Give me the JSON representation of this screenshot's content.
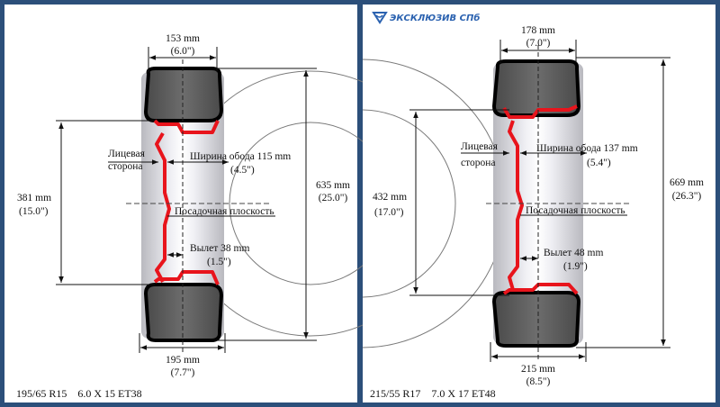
{
  "brand": {
    "name": "ЭКСКЛЮЗИВ СПб",
    "logo_icon": "triangular-swirl-logo-icon"
  },
  "colors": {
    "frame": "#2c4f7a",
    "tire": "#5f5f5f",
    "tire_outline": "#000000",
    "rim_profile": "#e8141c",
    "dimension_line": "#111111"
  },
  "left": {
    "top_width": {
      "mm": "153 mm",
      "in": "(6.0\")"
    },
    "rim_width": {
      "label": "Ширина обода 115 mm",
      "in": "(4.5\")"
    },
    "face_side": {
      "line1": "Лицевая",
      "line2": "сторона"
    },
    "mounting_plane": "Посадочная плоскость",
    "offset": {
      "label": "Вылет 38 mm",
      "in": "(1.5\")"
    },
    "rim_diameter": {
      "mm": "381 mm",
      "in": "(15.0\")"
    },
    "outer_diameter": {
      "mm": "635 mm",
      "in": "(25.0\")"
    },
    "bottom_width": {
      "mm": "195 mm",
      "in": "(7.7\")"
    },
    "caption": "195/65 R15    6.0 X 15 ET38"
  },
  "right": {
    "top_width": {
      "mm": "178 mm",
      "in": "(7.0\")"
    },
    "rim_width": {
      "label": "Ширина обода 137 mm",
      "in": "(5.4\")"
    },
    "face_side": {
      "line1": "Лицевая",
      "line2": "сторона"
    },
    "mounting_plane": "Посадочная плоскость",
    "offset": {
      "label": "Вылет 48 mm",
      "in": "(1.9\")"
    },
    "rim_diameter": {
      "mm": "432 mm",
      "in": "(17.0\")"
    },
    "outer_diameter": {
      "mm": "669 mm",
      "in": "(26.3\")"
    },
    "bottom_width": {
      "mm": "215 mm",
      "in": "(8.5\")"
    },
    "caption": "215/55 R17    7.0 X 17 ET48"
  }
}
